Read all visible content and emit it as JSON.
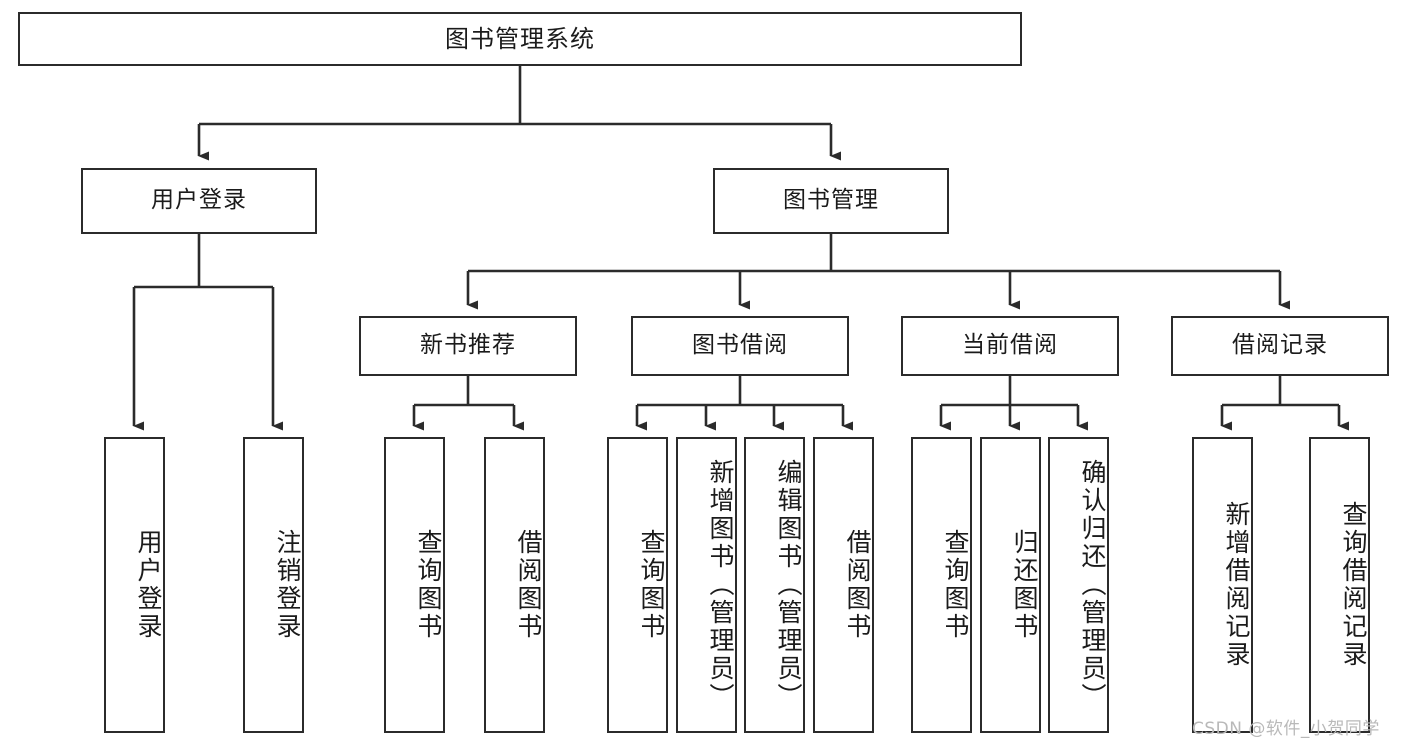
{
  "diagram": {
    "title": "图书管理系统",
    "watermark": "CSDN @软件_小贺同学",
    "colors": {
      "background": "#ffffff",
      "stroke": "#2b2b2b",
      "text": "#1b1b1b",
      "watermark": "#b9b9b9"
    },
    "nodes": {
      "root": {
        "label": "图书管理系统"
      },
      "level1": [
        {
          "label": "用户登录"
        },
        {
          "label": "图书管理"
        }
      ],
      "level2": [
        {
          "label": "新书推荐"
        },
        {
          "label": "图书借阅"
        },
        {
          "label": "当前借阅"
        },
        {
          "label": "借阅记录"
        }
      ],
      "leaves": {
        "user_login": [
          {
            "label": "用户登录"
          },
          {
            "label": "注销登录"
          }
        ],
        "new_book_recommend": [
          {
            "label": "查询图书"
          },
          {
            "label": "借阅图书"
          }
        ],
        "book_borrow": [
          {
            "label": "查询图书"
          },
          {
            "label": "新增图书（管理员）"
          },
          {
            "label": "编辑图书（管理员）"
          },
          {
            "label": "借阅图书"
          }
        ],
        "current_borrow": [
          {
            "label": "查询图书"
          },
          {
            "label": "归还图书"
          },
          {
            "label": "确认归还（管理员）"
          }
        ],
        "borrow_record": [
          {
            "label": "新增借阅记录"
          },
          {
            "label": "查询借阅记录"
          }
        ]
      }
    }
  }
}
